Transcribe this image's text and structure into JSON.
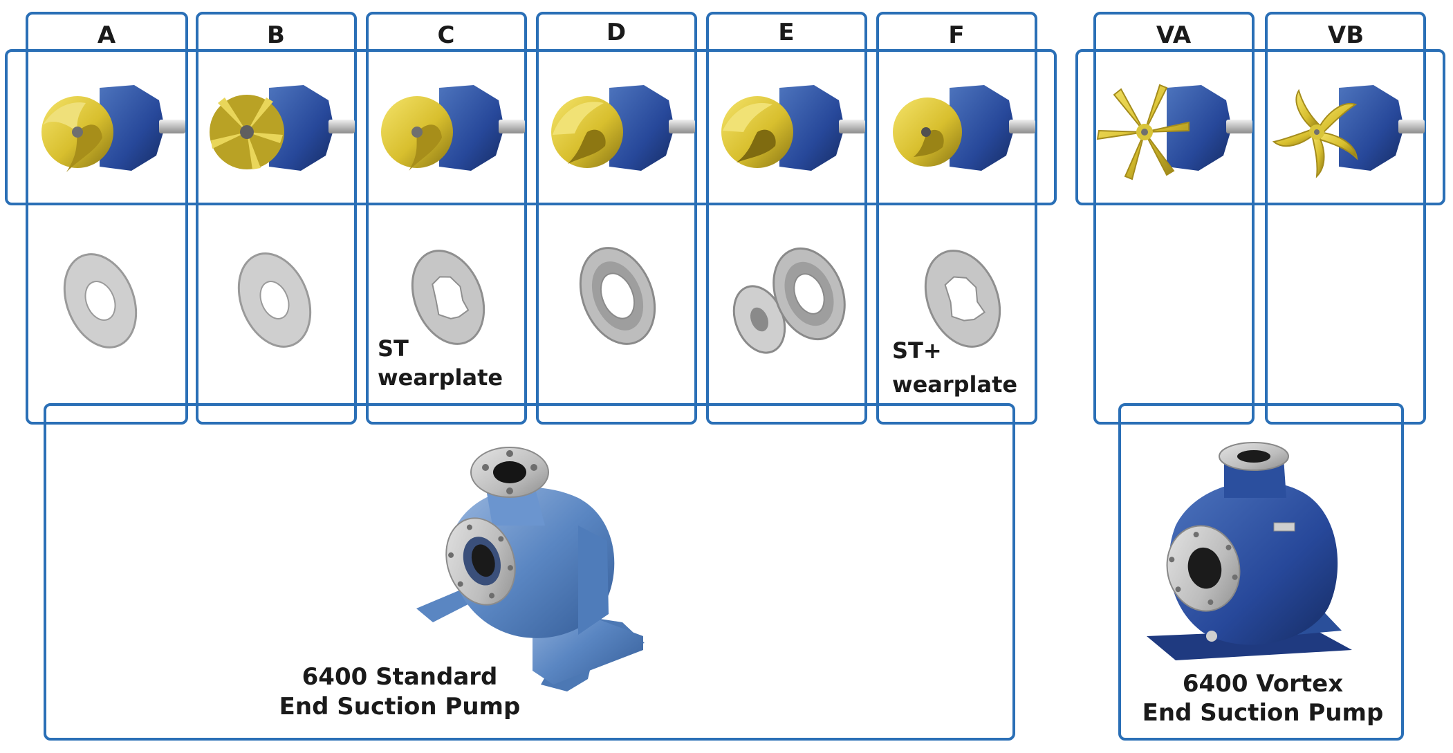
{
  "columns": [
    {
      "key": "A",
      "label": "A"
    },
    {
      "key": "B",
      "label": "B"
    },
    {
      "key": "C",
      "label": "C"
    },
    {
      "key": "D",
      "label": "D"
    },
    {
      "key": "E",
      "label": "E"
    },
    {
      "key": "F",
      "label": "F"
    },
    {
      "key": "VA",
      "label": "VA"
    },
    {
      "key": "VB",
      "label": "VB"
    }
  ],
  "wearplate_labels": {
    "C": [
      "ST",
      "wearplate"
    ],
    "F": [
      "ST+",
      "wearplate"
    ]
  },
  "pumps": {
    "standard": [
      "6400 Standard",
      "End Suction Pump"
    ],
    "vortex": [
      "6400 Vortex",
      "End Suction Pump"
    ]
  },
  "colors": {
    "frame": "#2a6fb6",
    "impeller": "#d8bf2e",
    "pump_body": "#2a4f9a",
    "standard_pump_body": "#5a86c2",
    "plate": "#b9b9b9"
  }
}
